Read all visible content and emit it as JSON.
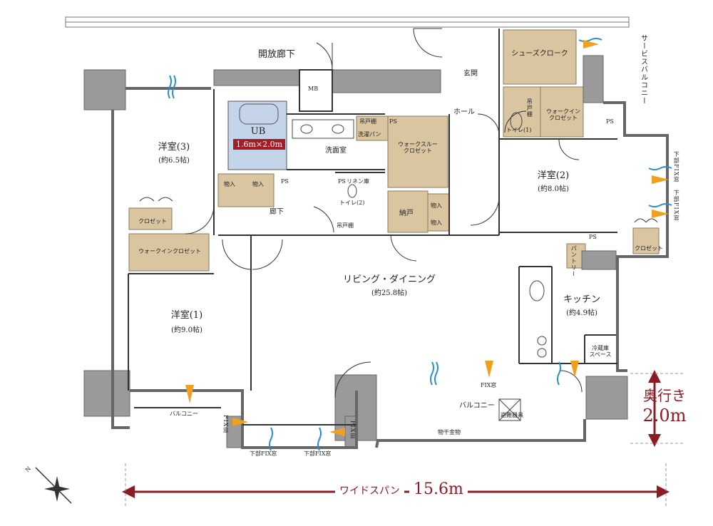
{
  "rooms": {
    "open_corridor": "開放廊下",
    "mb": "MB",
    "entrance": "玄関",
    "hall": "ホール",
    "shoes_cloak": "シューズクローク",
    "service_balcony": "サービスバルコニー",
    "bath": "UB",
    "bath_size": "1.6m×2.0m",
    "washroom": "洗面室",
    "walkthrough_closet": "ウォークスルー\nクロゼット",
    "hanging_shelf_1": "吊戸棚",
    "hanging_shelf_2": "吊戸棚",
    "hanging_shelf_3": "吊戸棚",
    "wash_pan": "洗濯パン",
    "linen": "リネン庫",
    "toilet_1": "トイレ(1)",
    "toilet_2": "トイレ(2)",
    "walkin_closet_right": "ウォークイン\nクロゼット",
    "western_3": "洋室(3)",
    "western_3_size": "(約6.5帖)",
    "western_2": "洋室(2)",
    "western_2_size": "(約8.0帖)",
    "western_1": "洋室(1)",
    "western_1_size": "(約9.0帖)",
    "storage_a": "物入",
    "storage_b": "物入",
    "storage_c": "物入",
    "storage_d": "物入",
    "storage_room": "納戸",
    "corridor": "廊下",
    "closet_left": "クロゼット",
    "closet_right": "クロゼット",
    "walkin_closet_left": "ウォークインクロゼット",
    "living": "リビング・ダイニング",
    "living_size": "(約25.8帖)",
    "kitchen": "キッチン",
    "kitchen_size": "(約4.9帖)",
    "fridge": "冷蔵庫\nスペース",
    "pantry": "パントリー",
    "ps_1": "PS",
    "ps_2": "PS",
    "ps_3": "PS",
    "ps_4": "PS",
    "ps_5": "PS",
    "balcony_left": "バルコニー",
    "balcony_main": "バルコニー",
    "evacuation_hatch": "避難器具",
    "drying_hardware": "物干金物",
    "fix_window_1": "FIX窓",
    "fix_window_2": "FIX窓",
    "fix_window_3": "FIX窓",
    "lower_fix_1": "下部FIX窓",
    "lower_fix_2": "下部FIX窓",
    "lower_fix_3": "下部FIX窓",
    "lower_fix_4": "下部FIX窓"
  },
  "dimensions": {
    "depth_title": "奥行き",
    "depth_value": "2.0m",
    "span_label": "ワイドスパン",
    "span_value": "15.6m"
  },
  "compass": {
    "north": "N"
  },
  "colors": {
    "wall": "#9a9a9a",
    "storage": "#d9c6a1",
    "bath": "#c4d5ea",
    "accent": "#8b1c24",
    "red_label": "#a31d27",
    "airflow_blue": "#2a8fc8",
    "airflow_orange": "#f0a01e"
  }
}
